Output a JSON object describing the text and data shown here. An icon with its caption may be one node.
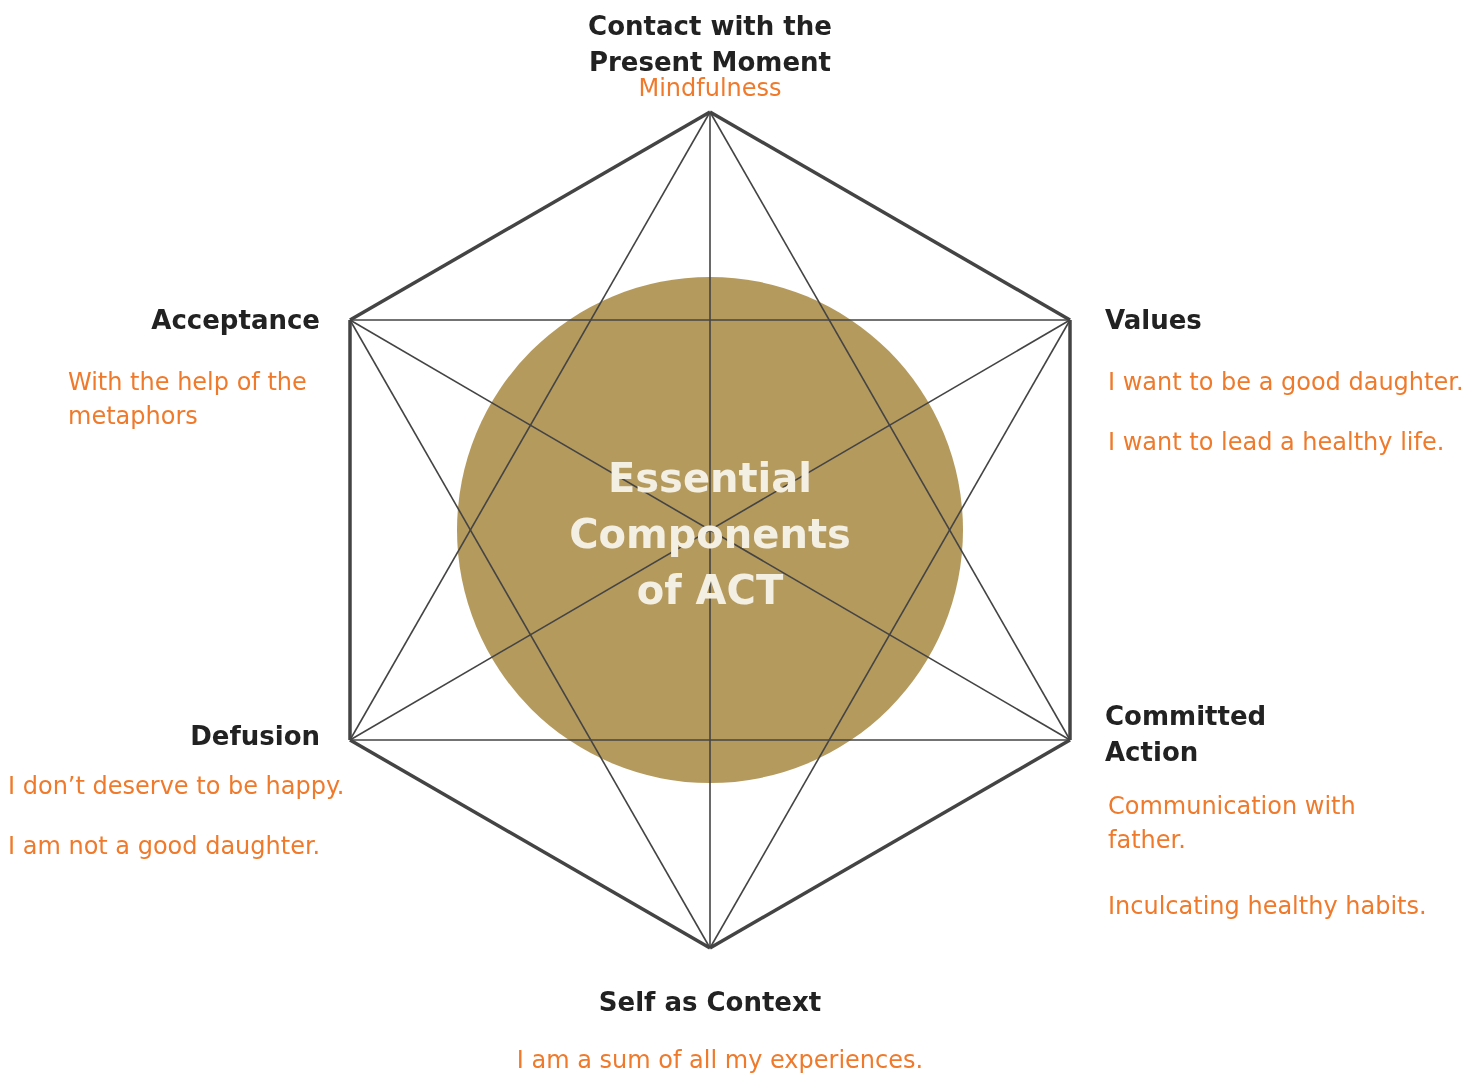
{
  "diagram": {
    "nodes": [
      {
        "text": [
          "Essential Components of ACT"
        ]
      }
    ],
    "edges": [],
    "labels": [
      "Contact with the Present Moment",
      "Mindfulness",
      "Acceptance",
      "Values",
      "With the help of the metaphors",
      "I want to be a good daughter.",
      "I want to lead a healthy life.",
      "Defusion",
      "Committed Action",
      "I don’t deserve to be happy.",
      "Communication with father.",
      "I am not a good daughter.",
      "Inculcating healthy habits.",
      "Self as Context",
      "I am a sum of all my experiences."
    ]
  }
}
